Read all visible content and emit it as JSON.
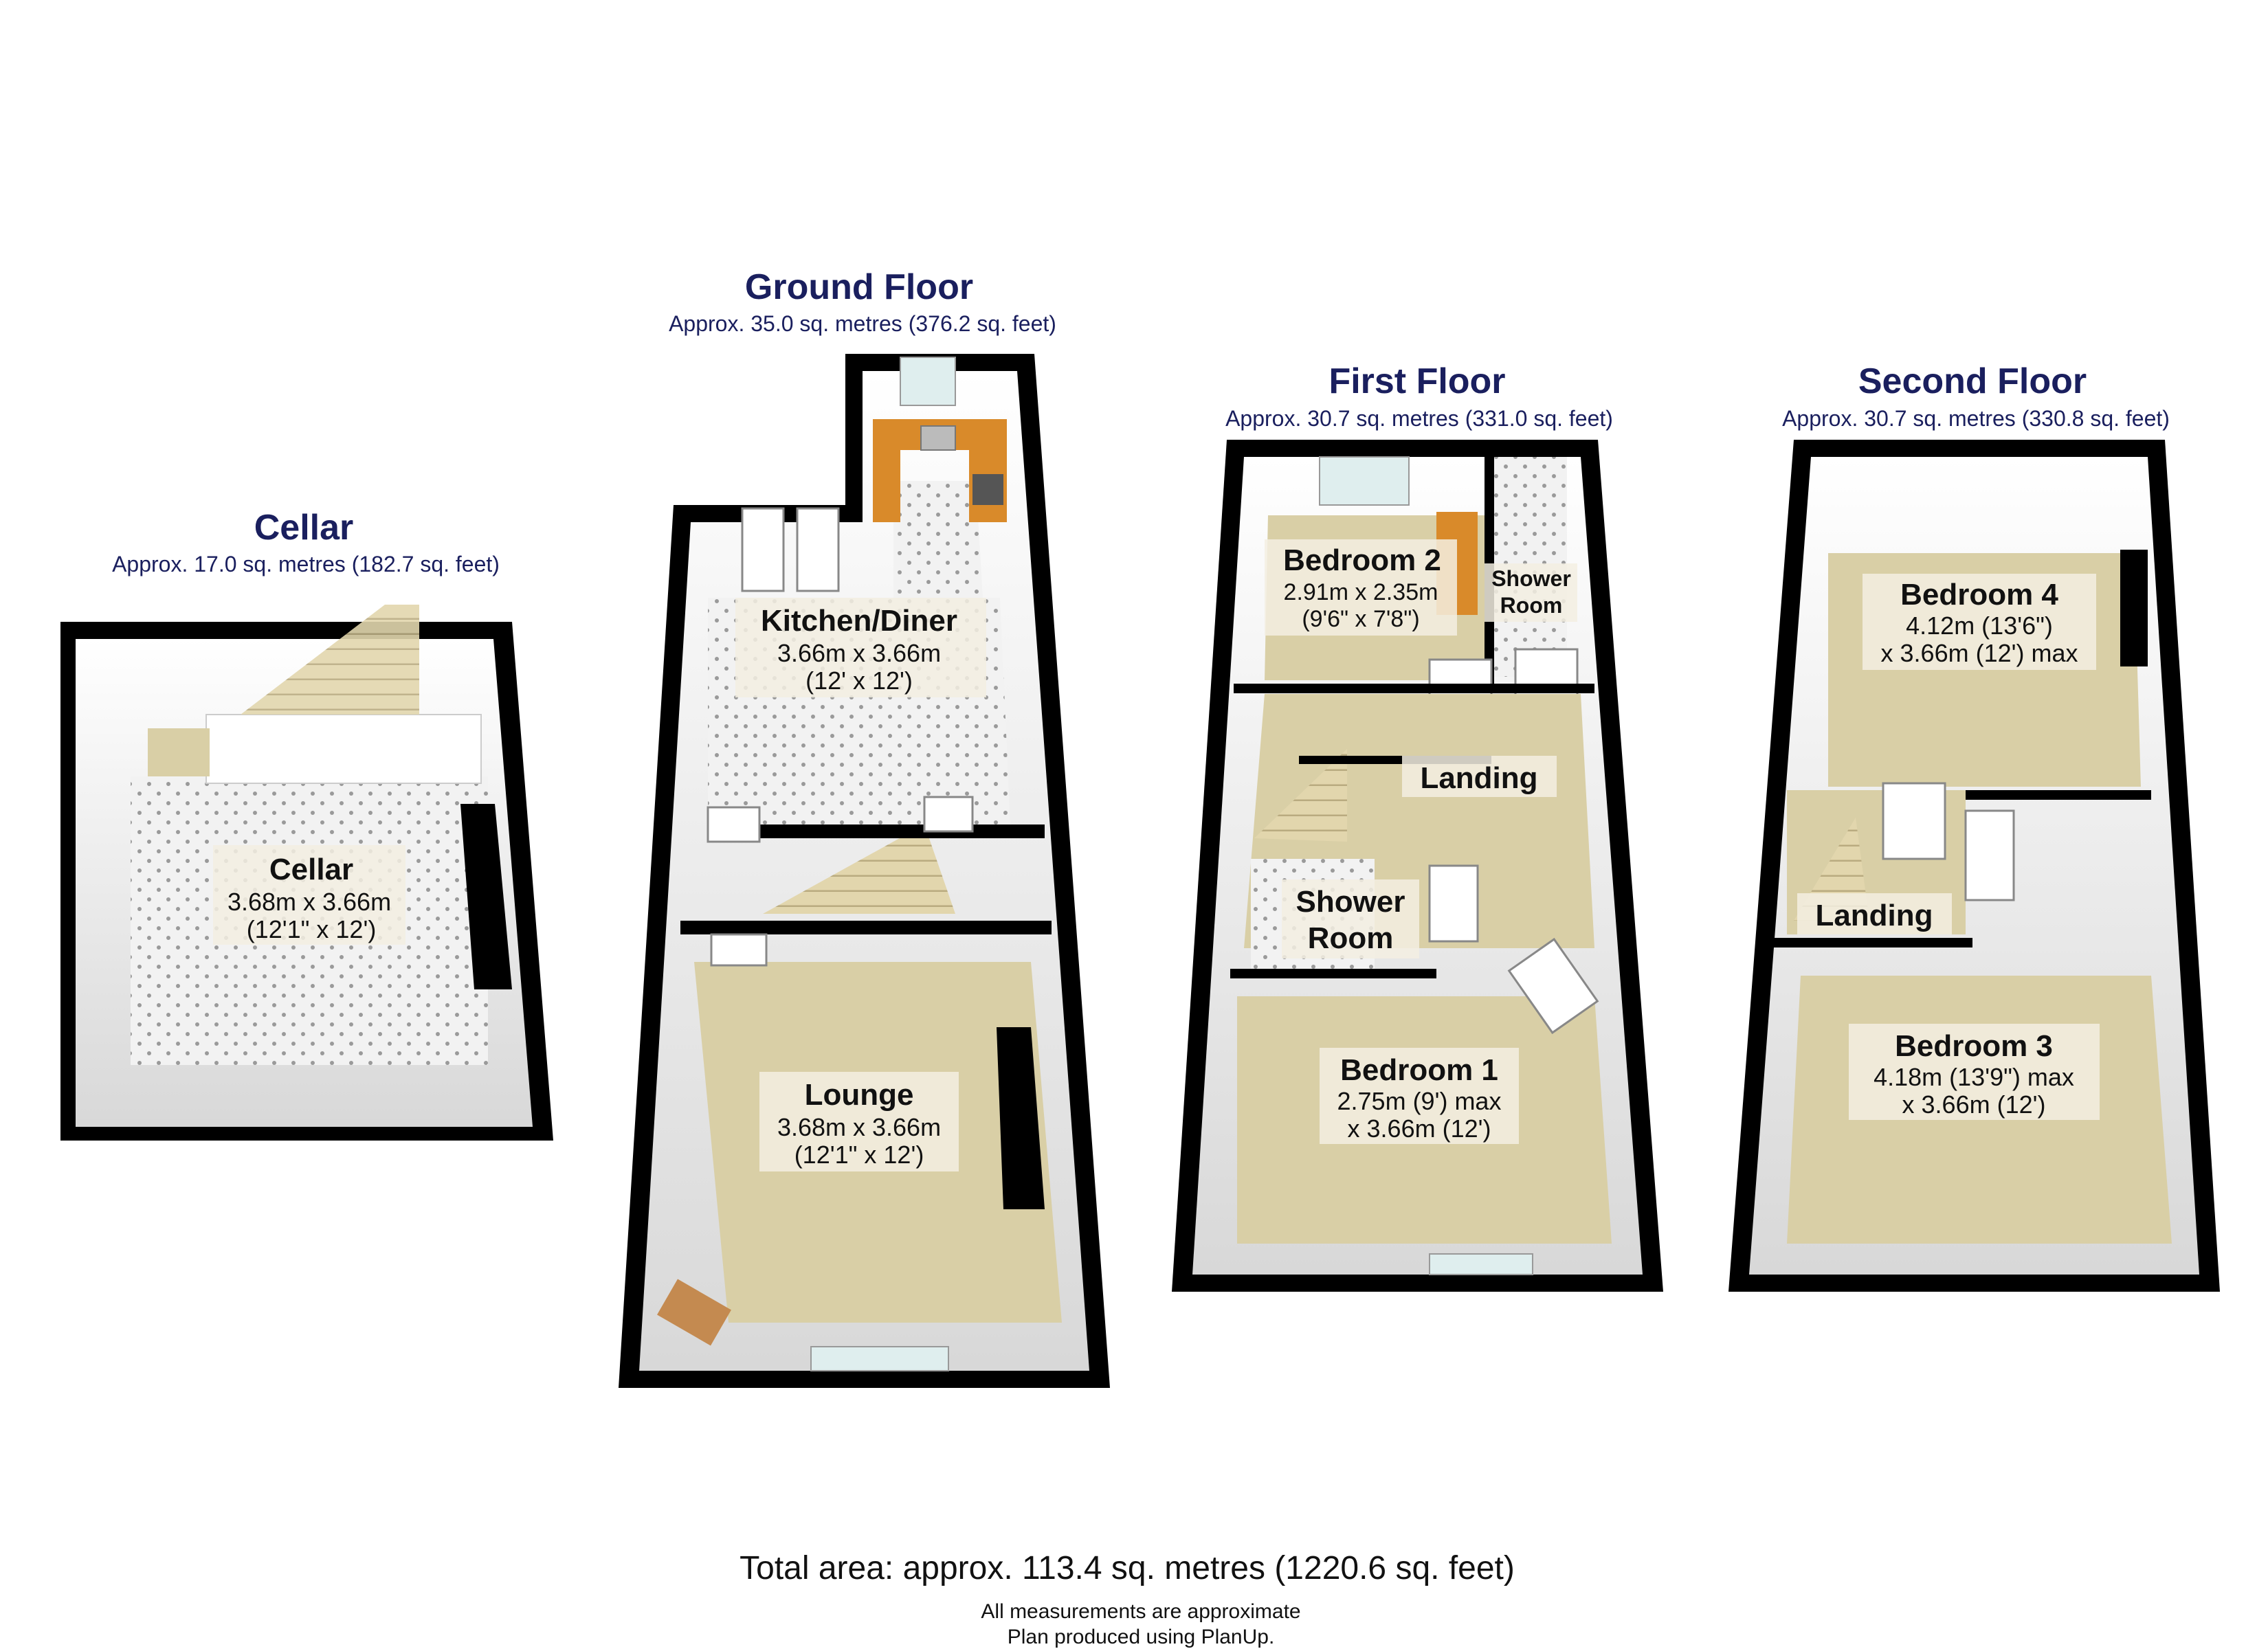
{
  "floors": {
    "cellar": {
      "title": "Cellar",
      "area": "Approx. 17.0 sq. metres (182.7 sq. feet)",
      "rooms": [
        {
          "name": "Cellar",
          "dim1": "3.68m x 3.66m",
          "dim2": "(12'1\" x 12')"
        }
      ]
    },
    "ground": {
      "title": "Ground Floor",
      "area": "Approx. 35.0 sq. metres (376.2 sq. feet)",
      "rooms": [
        {
          "name": "Kitchen/Diner",
          "dim1": "3.66m x 3.66m",
          "dim2": "(12' x 12')"
        },
        {
          "name": "Lounge",
          "dim1": "3.68m x 3.66m",
          "dim2": "(12'1\" x 12')"
        }
      ]
    },
    "first": {
      "title": "First Floor",
      "area": "Approx. 30.7 sq. metres (331.0 sq. feet)",
      "rooms": [
        {
          "name": "Bedroom 2",
          "dim1": "2.91m x 2.35m",
          "dim2": "(9'6\" x 7'8\")"
        },
        {
          "name": "Shower",
          "name2": "Room"
        },
        {
          "name": "Landing"
        },
        {
          "name": "Shower",
          "name2": "Room"
        },
        {
          "name": "Bedroom 1",
          "dim1": "2.75m (9') max",
          "dim2": "x 3.66m (12')"
        }
      ]
    },
    "second": {
      "title": "Second Floor",
      "area": "Approx. 30.7 sq. metres (330.8 sq. feet)",
      "rooms": [
        {
          "name": "Bedroom 4",
          "dim1": "4.12m (13'6\")",
          "dim2": "x 3.66m (12') max"
        },
        {
          "name": "Landing"
        },
        {
          "name": "Bedroom 3",
          "dim1": "4.18m (13'9\") max",
          "dim2": "x 3.66m (12')"
        }
      ]
    }
  },
  "footer": {
    "total": "Total area: approx. 113.4 sq. metres (1220.6 sq. feet)",
    "note1": "All measurements are approximate",
    "note2": "Plan produced using PlanUp."
  },
  "colors": {
    "wall": "#000000",
    "carpet": "#d9cfa6",
    "tile": "#f0f0f0",
    "title": "#1a1f5e",
    "worktop": "#d98a2a"
  }
}
